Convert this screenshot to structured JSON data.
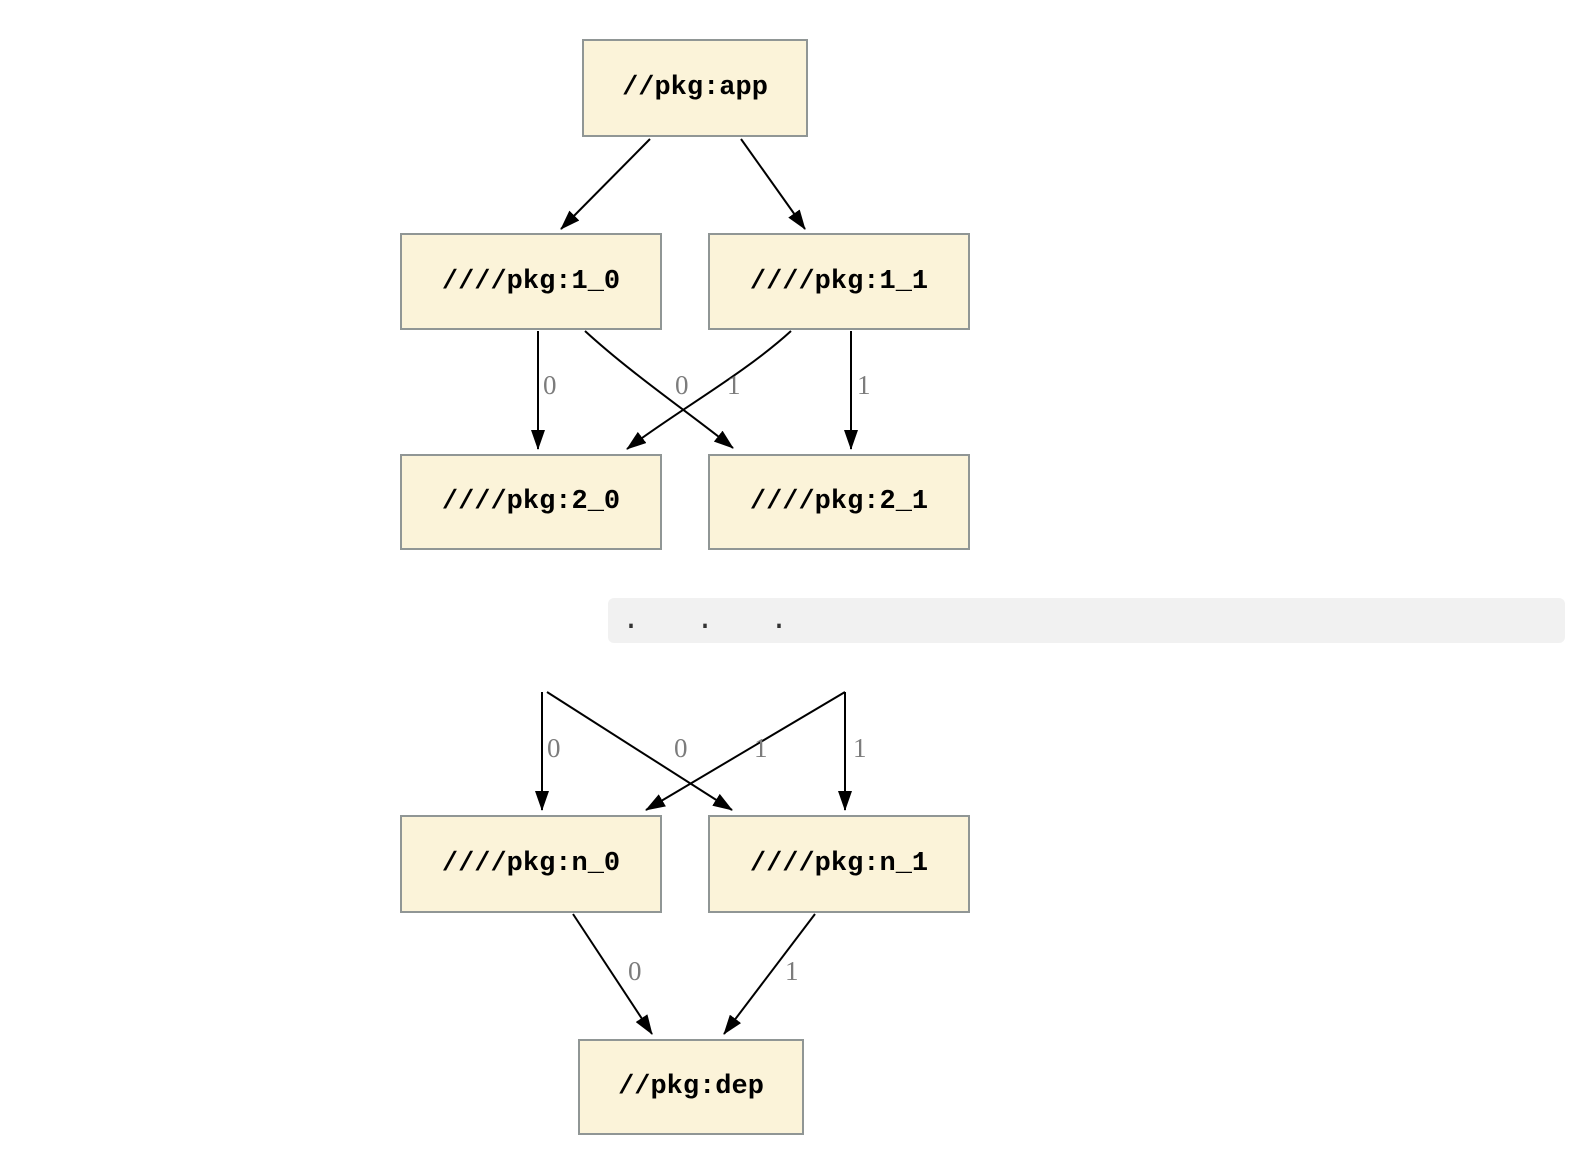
{
  "colors": {
    "node_fill": "#fbf3d9",
    "node_border": "#909695",
    "edge_stroke": "#000000",
    "edge_label": "#7c7c7c",
    "ellipsis_bar_bg": "#f1f1f1",
    "background": "#ffffff"
  },
  "graph_top": {
    "nodes": {
      "app": "//pkg:app",
      "l1_0": "////pkg:1_0",
      "l1_1": "////pkg:1_1",
      "l2_0": "////pkg:2_0",
      "l2_1": "////pkg:2_1"
    },
    "edges": [
      {
        "from": "//pkg:app",
        "to": "////pkg:1_0",
        "label": ""
      },
      {
        "from": "//pkg:app",
        "to": "////pkg:1_1",
        "label": ""
      },
      {
        "from": "////pkg:1_0",
        "to": "////pkg:2_0",
        "label": "0"
      },
      {
        "from": "////pkg:1_0",
        "to": "////pkg:2_1",
        "label": "0"
      },
      {
        "from": "////pkg:1_1",
        "to": "////pkg:2_0",
        "label": "1"
      },
      {
        "from": "////pkg:1_1",
        "to": "////pkg:2_1",
        "label": "1"
      }
    ]
  },
  "ellipsis": {
    "text": ". . ."
  },
  "graph_bottom": {
    "nodes": {
      "n_0": "////pkg:n_0",
      "n_1": "////pkg:n_1",
      "dep": "//pkg:dep"
    },
    "edges": [
      {
        "from": "...",
        "to": "////pkg:n_0",
        "label": "0"
      },
      {
        "from": "...",
        "to": "////pkg:n_1",
        "label": "0"
      },
      {
        "from": "...",
        "to": "////pkg:n_0",
        "label": "1"
      },
      {
        "from": "...",
        "to": "////pkg:n_1",
        "label": "1"
      },
      {
        "from": "////pkg:n_0",
        "to": "//pkg:dep",
        "label": "0"
      },
      {
        "from": "////pkg:n_1",
        "to": "//pkg:dep",
        "label": "1"
      }
    ]
  }
}
